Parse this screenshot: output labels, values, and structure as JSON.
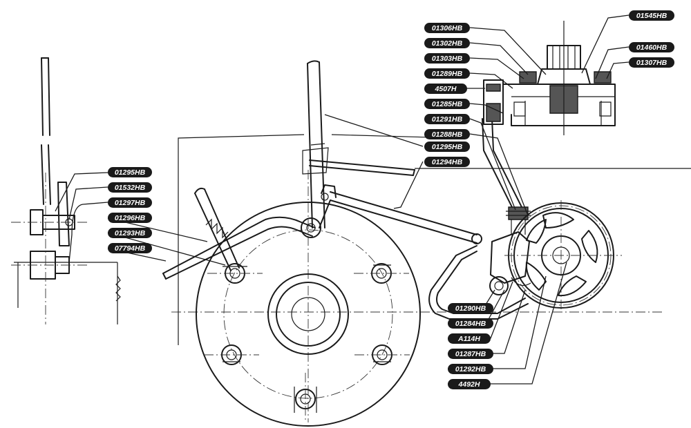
{
  "labels": {
    "left": [
      "01295HB",
      "01532HB",
      "01297HB",
      "01296HB",
      "01293HB",
      "07794HB"
    ],
    "right_top": [
      "01306HB",
      "01302HB",
      "01303HB",
      "01289HB",
      "4507H",
      "01285HB",
      "01291HB",
      "01288HB",
      "01295HB",
      "01294HB"
    ],
    "right_top_far": [
      "01545HB",
      "01460HB",
      "01307HB"
    ],
    "right_bottom": [
      "01290HB",
      "01284HB",
      "A114H",
      "01287HB",
      "01292HB",
      "4492H"
    ]
  },
  "colors": {
    "ink": "#1a1a1a",
    "paper": "#ffffff"
  }
}
